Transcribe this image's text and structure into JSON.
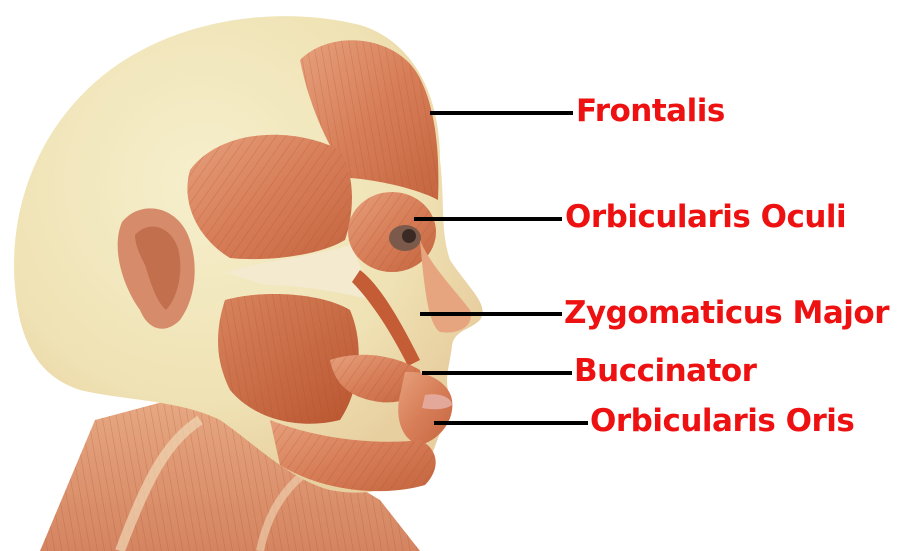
{
  "diagram": {
    "subject": "Facial muscles, lateral view of the head",
    "label_color": "#ee1111",
    "leader_color": "#000000",
    "labels": [
      {
        "id": "frontalis",
        "text": "Frontalis"
      },
      {
        "id": "orbicularis-oculi",
        "text": "Orbicularis Oculi"
      },
      {
        "id": "zygomaticus-major",
        "text": "Zygomaticus Major"
      },
      {
        "id": "buccinator",
        "text": "Buccinator"
      },
      {
        "id": "orbicularis-oris",
        "text": "Orbicularis Oris"
      }
    ]
  }
}
